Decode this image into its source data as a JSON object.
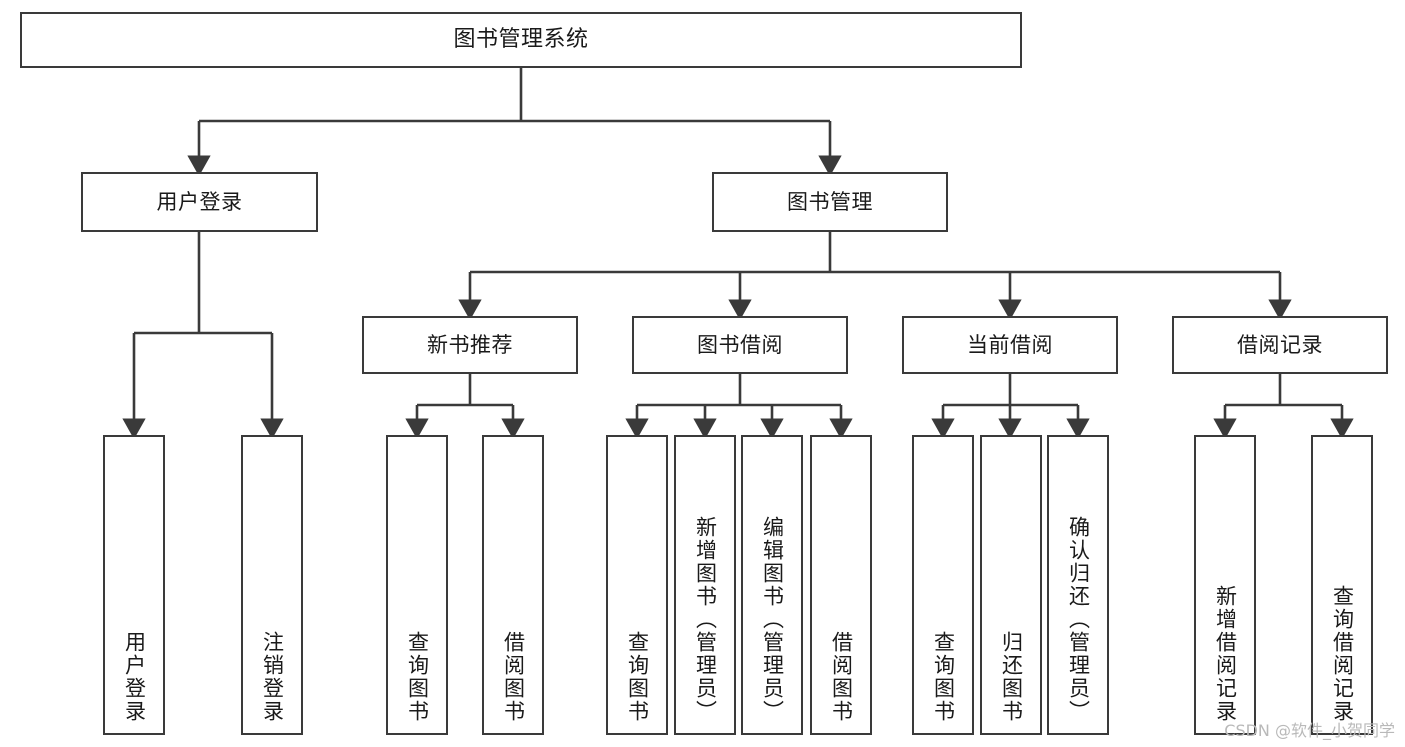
{
  "diagram": {
    "type": "tree",
    "title": "图书管理系统",
    "root": {
      "label": "图书管理系统"
    },
    "level1": [
      {
        "label": "用户登录"
      },
      {
        "label": "图书管理"
      }
    ],
    "level2": [
      {
        "label": "新书推荐",
        "parent": "图书管理"
      },
      {
        "label": "图书借阅",
        "parent": "图书管理"
      },
      {
        "label": "当前借阅",
        "parent": "图书管理"
      },
      {
        "label": "借阅记录",
        "parent": "图书管理"
      }
    ],
    "leaves": {
      "user_login": [
        {
          "label": "用户登录"
        },
        {
          "label": "注销登录"
        }
      ],
      "new_book_recommend": [
        {
          "label": "查询图书"
        },
        {
          "label": "借阅图书"
        }
      ],
      "book_borrow": [
        {
          "label": "查询图书"
        },
        {
          "label": "新增图书（管理员）"
        },
        {
          "label": "编辑图书（管理员）"
        },
        {
          "label": "借阅图书"
        }
      ],
      "current_borrow": [
        {
          "label": "查询图书"
        },
        {
          "label": "归还图书"
        },
        {
          "label": "确认归还（管理员）"
        }
      ],
      "borrow_record": [
        {
          "label": "新增借阅记录"
        },
        {
          "label": "查询借阅记录"
        }
      ]
    }
  },
  "watermark": {
    "text": "CSDN @软件_小贺同学"
  },
  "colors": {
    "stroke": "#3a3a3a",
    "text": "#1a1a1a",
    "background": "#ffffff",
    "watermark": "#b9b9b9"
  }
}
